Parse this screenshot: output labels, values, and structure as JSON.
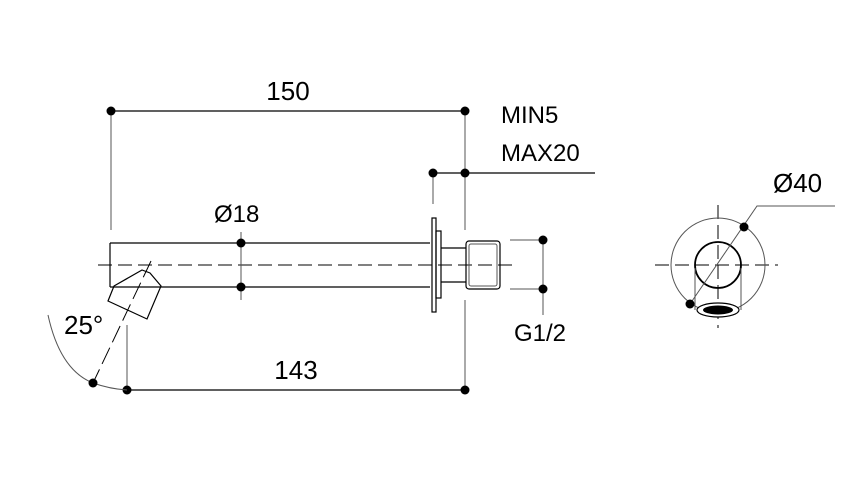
{
  "dimensions": {
    "overall_length": "150",
    "projection_length": "143",
    "wall_range_min": "MIN5",
    "wall_range_max": "MAX20",
    "pipe_diameter": "Ø18",
    "thread": "G1/2",
    "spout_angle": "25°",
    "rosette_diameter": "Ø40"
  },
  "colors": {
    "line": "#000000",
    "background": "#ffffff"
  }
}
